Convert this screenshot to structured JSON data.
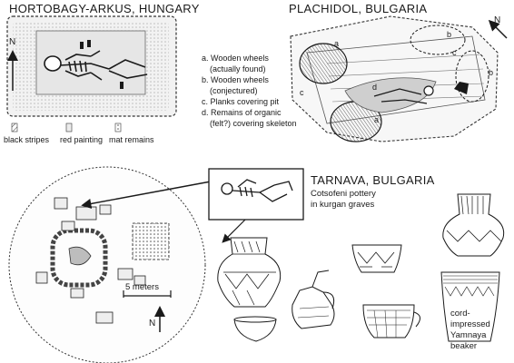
{
  "panels": {
    "hortobagy": {
      "title": "HORTOBAGY-ARKUS, HUNGARY",
      "north": "N",
      "legend": [
        "black stripes",
        "red painting",
        "mat remains"
      ]
    },
    "plachidol": {
      "title": "PLACHIDOL, BULGARIA",
      "north": "N",
      "letters": {
        "a": "a",
        "b": "b",
        "c": "c",
        "d": "d"
      },
      "legend": [
        "a. Wooden wheels",
        "(actually found)",
        "b. Wooden wheels",
        "(conjectured)",
        "c. Planks  covering pit",
        "d. Remains of organic",
        "(felt?) covering skeleton"
      ]
    },
    "tarnava": {
      "title": "TARNAVA, BULGARIA",
      "subtitle_lines": [
        "Cotsofeni pottery",
        "in kurgan graves"
      ],
      "scale": "5 meters",
      "north": "N",
      "beaker_caption": [
        "cord-",
        "impressed",
        "Yamnaya",
        "beaker"
      ]
    }
  },
  "colors": {
    "ink": "#1a1a1a",
    "fill_light": "#d9d9d9",
    "fill_mid": "#9a9a9a"
  }
}
